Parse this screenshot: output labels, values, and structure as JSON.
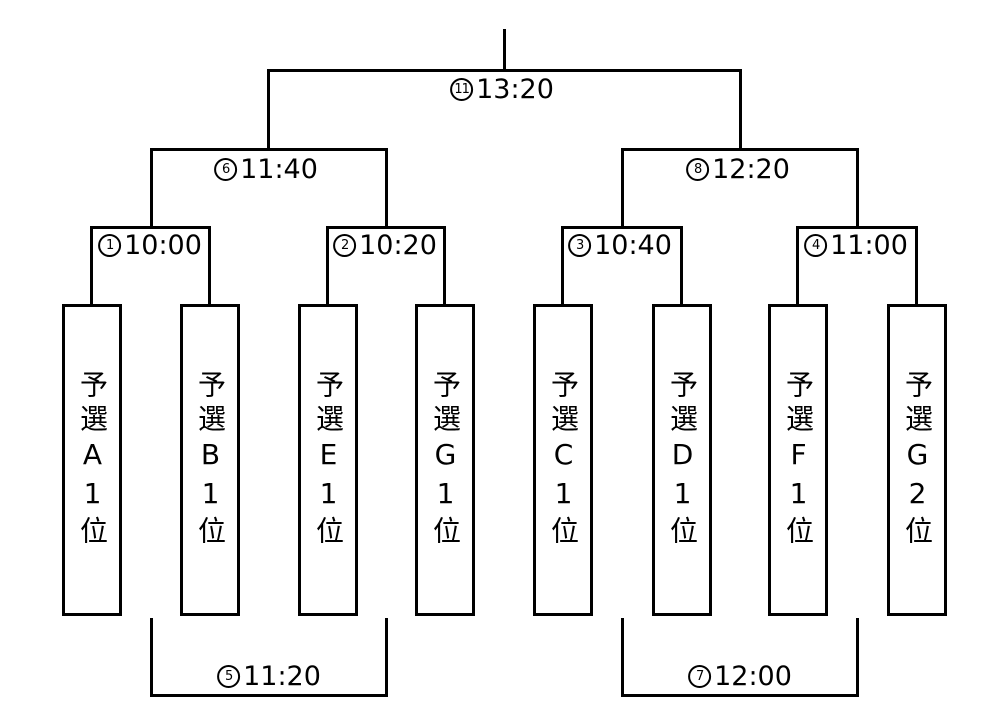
{
  "diagram_type": "tournament-bracket",
  "colors": {
    "line": "#000000",
    "background": "#ffffff",
    "text": "#000000"
  },
  "teams": [
    "予選A1位",
    "予選B1位",
    "予選E1位",
    "予選G1位",
    "予選C1位",
    "予選D1位",
    "予選F1位",
    "予選G2位"
  ],
  "matches": {
    "final": {
      "number": "11",
      "time": "13:20"
    },
    "semi_left": {
      "number": "6",
      "time": "11:40"
    },
    "semi_right": {
      "number": "8",
      "time": "12:20"
    },
    "quarter_1": {
      "number": "1",
      "time": "10:00"
    },
    "quarter_2": {
      "number": "2",
      "time": "10:20"
    },
    "quarter_3": {
      "number": "3",
      "time": "10:40"
    },
    "quarter_4": {
      "number": "4",
      "time": "11:00"
    },
    "consolation_left": {
      "number": "5",
      "time": "11:20"
    },
    "consolation_right": {
      "number": "7",
      "time": "12:00"
    }
  }
}
